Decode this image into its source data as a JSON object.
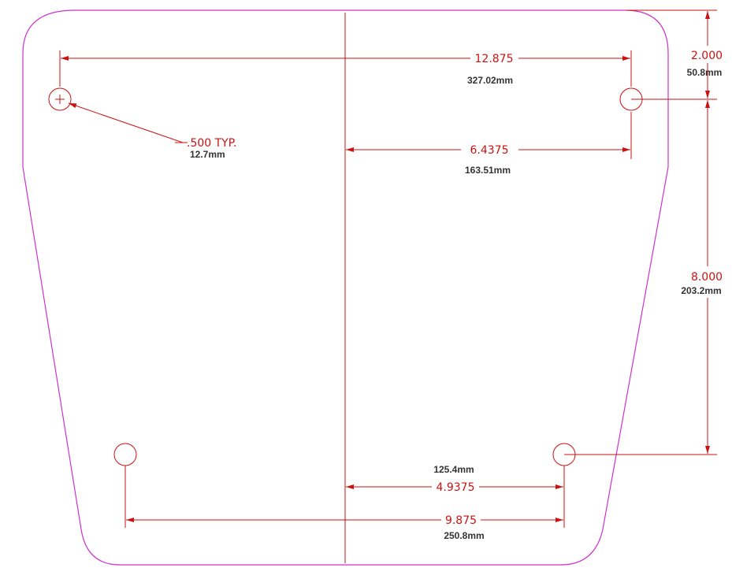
{
  "colors": {
    "outline": "#cc33cc",
    "dimension": "#cc1111",
    "metric_text": "#333333"
  },
  "dimensions": {
    "top_width": {
      "inch": "12.875",
      "mm": "327.02mm"
    },
    "top_half": {
      "inch": "6.4375",
      "mm": "163.51mm"
    },
    "hole_dia": {
      "inch": ".500 TYP.",
      "mm": "12.7mm"
    },
    "top_offset": {
      "inch": "2.000",
      "mm": "50.8mm"
    },
    "vertical": {
      "inch": "8.000",
      "mm": "203.2mm"
    },
    "bottom_half": {
      "inch": "4.9375",
      "mm": "125.4mm"
    },
    "bottom_width": {
      "inch": "9.875",
      "mm": "250.8mm"
    }
  }
}
